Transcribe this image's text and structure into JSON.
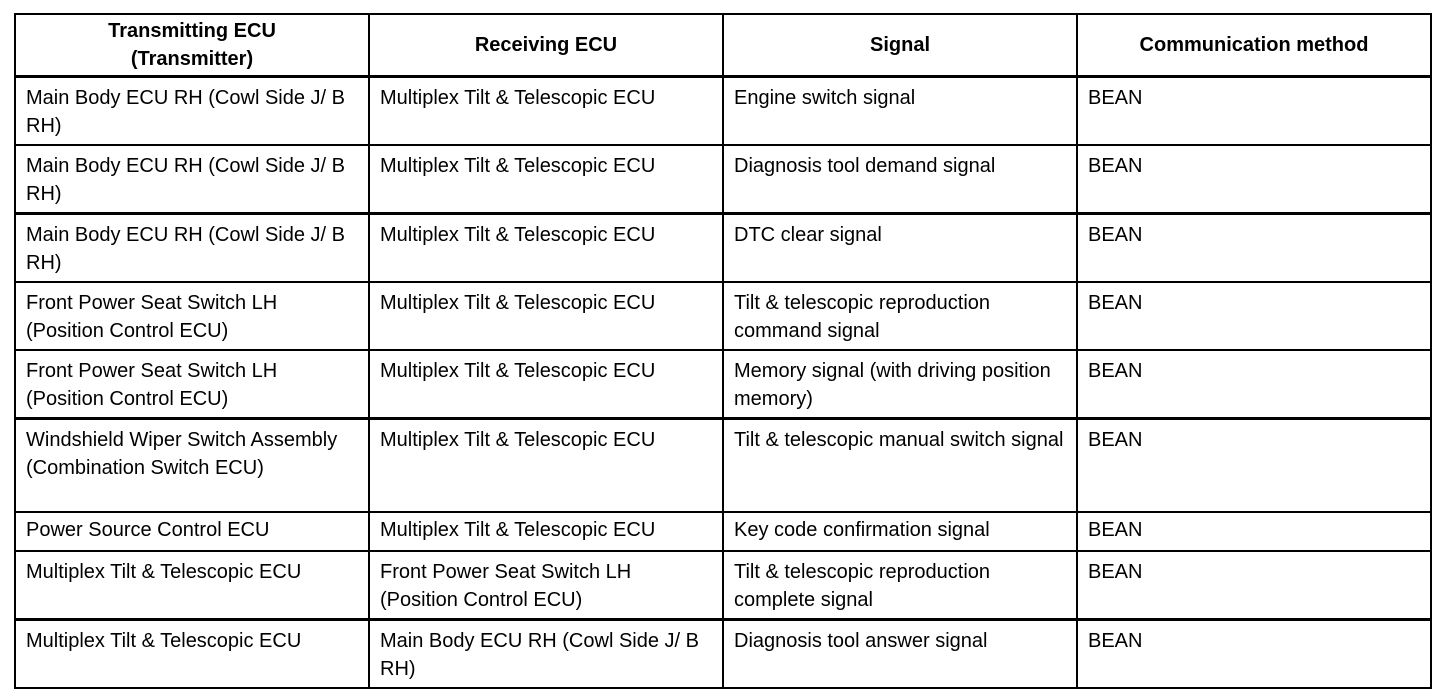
{
  "headers": [
    "Transmitting ECU\n(Transmitter)",
    "Receiving ECU",
    "Signal",
    "Communication method"
  ],
  "rows": [
    {
      "transmitter": "Main Body ECU RH (Cowl Side J/ B RH)",
      "receiver": "Multiplex Tilt & Telescopic ECU",
      "signal": "Engine switch signal",
      "method": "BEAN"
    },
    {
      "transmitter": "Main Body ECU RH (Cowl Side J/ B RH)",
      "receiver": "Multiplex Tilt & Telescopic ECU",
      "signal": "Diagnosis tool demand signal",
      "method": "BEAN"
    },
    {
      "transmitter": "Main Body ECU RH (Cowl Side J/ B RH)",
      "receiver": "Multiplex Tilt & Telescopic ECU",
      "signal": "DTC clear signal",
      "method": "BEAN"
    },
    {
      "transmitter": "Front Power Seat Switch LH (Position Control ECU)",
      "receiver": "Multiplex Tilt & Telescopic ECU",
      "signal": "Tilt & telescopic reproduction command signal",
      "method": "BEAN"
    },
    {
      "transmitter": "Front Power Seat Switch LH (Position Control ECU)",
      "receiver": "Multiplex Tilt & Telescopic ECU",
      "signal": "Memory signal (with driving position memory)",
      "method": "BEAN"
    },
    {
      "transmitter": "Windshield Wiper Switch Assembly (Combination Switch ECU)",
      "receiver": "Multiplex Tilt & Telescopic ECU",
      "signal": "Tilt & telescopic manual switch signal",
      "method": "BEAN"
    },
    {
      "transmitter": "Power Source Control ECU",
      "receiver": "Multiplex Tilt & Telescopic ECU",
      "signal": "Key code confirmation signal",
      "method": "BEAN"
    },
    {
      "transmitter": "Multiplex Tilt & Telescopic ECU",
      "receiver": "Front Power Seat Switch LH (Position Control ECU)",
      "signal": "Tilt & telescopic reproduction complete signal",
      "method": "BEAN"
    },
    {
      "transmitter": "Multiplex Tilt & Telescopic ECU",
      "receiver": "Main Body ECU RH (Cowl Side J/ B RH)",
      "signal": "Diagnosis tool answer signal",
      "method": "BEAN"
    }
  ]
}
